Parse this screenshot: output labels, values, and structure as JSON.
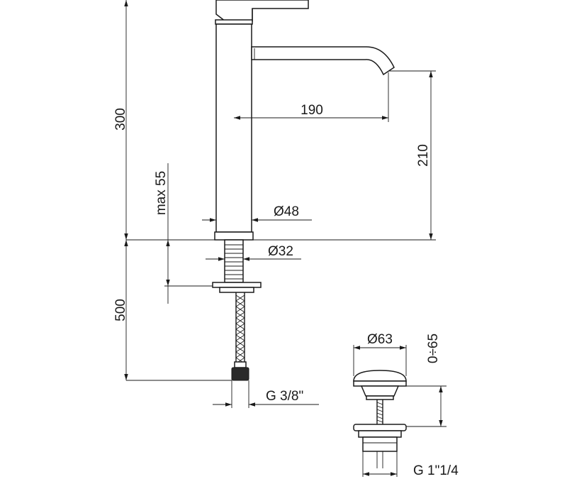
{
  "dimensions": {
    "total_height": "300",
    "spout_height": "210",
    "spout_reach": "190",
    "deck_thickness": "max 55",
    "body_diameter": "Ø48",
    "shank_diameter": "Ø32",
    "hose_length": "500",
    "hose_thread": "G 3/8\"",
    "waste_diameter": "Ø63",
    "waste_range": "0÷65",
    "waste_thread": "G 1\"1/4"
  },
  "colors": {
    "line": "#1a1a1a",
    "background": "#ffffff"
  }
}
